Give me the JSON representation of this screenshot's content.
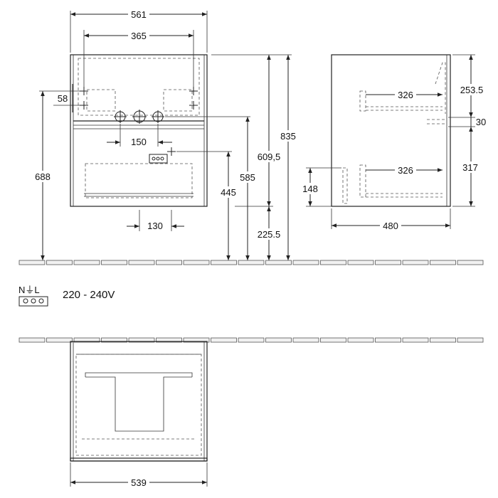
{
  "dimensions": {
    "front_width": "561",
    "tap_spacing": "365",
    "tap_offset": "58",
    "drain_spacing": "150",
    "socket_offset": "130",
    "wall_height": "688",
    "socket_height": "445",
    "drain_height": "585",
    "top_height": "609,5",
    "total_height": "835",
    "bottom_clearance": "225.5",
    "side_upper": "253.5",
    "side_middle": "30",
    "side_lower": "317",
    "side_bottom": "148",
    "upper_depth": "326",
    "lower_depth": "326",
    "side_depth": "480",
    "drawer_width": "539"
  },
  "electrical": {
    "terminal_label": "N⏚L",
    "voltage": "220 - 240V"
  },
  "colors": {
    "line": "#222222",
    "tile_fill": "#f1f1f1"
  }
}
